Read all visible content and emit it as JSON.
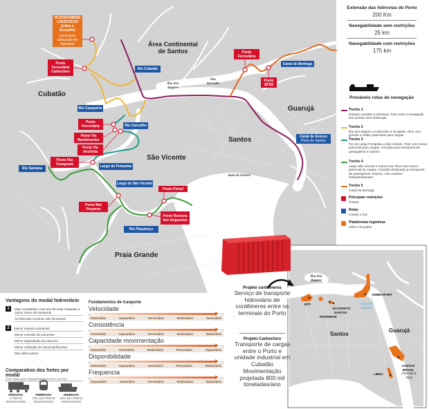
{
  "stats": [
    {
      "title": "Extensão das hidrovias do Porto",
      "value": "200 Km"
    },
    {
      "title": "Navegabilidade sem restrições",
      "value": "25 km"
    },
    {
      "title": "Navegabilidade com restrições",
      "value": "175 km"
    }
  ],
  "legend": {
    "title": "Prováveis rotas de navegação",
    "routes": [
      {
        "name": "Trecho 1",
        "desc": "Estuário santista a Usiminas. Rios onde a navegação tem acesso sem obstrução",
        "color": "#8a1a5e"
      },
      {
        "name": "Trecho 2",
        "desc": "Ilha dos Bagres a Carbocloro e Ecopátio. Rios com grande e médio potenciais para cargas",
        "color": "#f0b533"
      },
      {
        "name": "Trecho 3",
        "desc": "Foz do Largo Pompeba a São Vicente. Rios com menor potencial para cargas. Vocação para transporte de passageiros e turismo",
        "color": "#1e9a8a"
      },
      {
        "name": "Trecho 4",
        "desc": "Largo São Vicente a outros rios. Rios com menor potencial de cargas. Vocação destinada ao transporte de passageiros, turismo, com maiores restrições/pontes.",
        "color": "#3a9a3a"
      },
      {
        "name": "Trecho 5",
        "desc": "Canal da Bertioga",
        "color": "#e06b1f"
      }
    ],
    "boxes": [
      {
        "name": "Principais restrições",
        "desc": "Pontes",
        "color": "#d6102b"
      },
      {
        "name": "Rotas",
        "desc": "Canais e rios",
        "color": "#1f57a3"
      },
      {
        "name": "Plataformas logísticas",
        "desc": "Libra e Ecopátio",
        "color": "#e8721c"
      }
    ]
  },
  "map": {
    "cities": [
      "Cubatão",
      "Área Continental de Santos",
      "Guarujá",
      "Santos",
      "São Vicente",
      "Praia Grande"
    ],
    "islands": [
      "Ilha dos Bagres",
      "Ilha Barnabé",
      "Baía de Santos"
    ],
    "platform": {
      "title": "PLATAFORMAS LOGÍSTICAS (Libra e Ecopátio)",
      "desc": "Local para atracação de barcaças"
    },
    "bridges": [
      "Ponte Ferroviária Carbocloro",
      "Ponte Ferroviária",
      "Ponte Via Bandeirantes",
      "Ponte Via Anchieta",
      "Ponte Ilha Caraguatá",
      "Ponte Mar Pequeno",
      "Ponte Pensil",
      "Ponte Rodovia dos Imigrantes",
      "Ponte Ferroviária",
      "Ponte SPSS"
    ],
    "rivers": [
      "Rio Cubatão",
      "Rio Casqueiro",
      "Rio Cascalho",
      "Rio Santana",
      "Largo da Pompeba",
      "Largo de São Vicente",
      "Rio Piaçabuçu",
      "Canal de Bertioga",
      "Canal de Acesso",
      "Porto de Santos"
    ]
  },
  "advantages": {
    "title": "Vantagens do modal hidroviário",
    "groups": [
      {
        "num": "1",
        "items": [
          "Mais competitivo, mas tem de estar integrado a outros meios de transporte",
          "As hidrovias sozinhas não funcionam"
        ]
      },
      {
        "num": "2",
        "items": [
          "Menor impacto ambiental",
          "Menor emissão de poluentes",
          "Menor degradação da natureza",
          "Menor utilização de óleos lubrificantes",
          "Não utiliza pneus"
        ]
      }
    ]
  },
  "freight": {
    "title": "Comparativo dos fretes por modal",
    "subtitle": "POR TONELADA TRANSPORTADA POR 1.000 KM*",
    "modes": [
      {
        "name": "RODOVIA",
        "value": "1 FRETE RODOVIÁRIO"
      },
      {
        "name": "FERROVIA",
        "value": "70% DO FRETE RODOVIÁRIO"
      },
      {
        "name": "HIDROVIA",
        "value": "40% DO FRETE RODOVIÁRIO"
      }
    ]
  },
  "fundamentals": {
    "title": "Fundamentos de tranporte",
    "minus": "(-)",
    "plus": "(+)",
    "rows": [
      {
        "name": "Velocidade",
        "order": [
          "Dutoviário",
          "Aquaviário",
          "Ferroviário",
          "Rodoviário",
          "Aeroviário"
        ]
      },
      {
        "name": "Consistência",
        "order": [
          "Aeroviário",
          "Aquaviário",
          "Ferroviário",
          "Rodoviário",
          "Dutoviário"
        ]
      },
      {
        "name": "Capacidade movimentação",
        "order": [
          "Dutoviário",
          "Aeroviário",
          "Rodoviário",
          "Ferroviário",
          "Aquaviário"
        ]
      },
      {
        "name": "Disponibilidade",
        "order": [
          "Dutoviário",
          "Aquaviário",
          "Aeroviário",
          "Ferroviário",
          "Rodoviário"
        ]
      },
      {
        "name": "Frequencia",
        "order": [
          "Aquaviário",
          "Aeroviário",
          "Ferroviário",
          "Rodoviário",
          "Dutoviário"
        ]
      }
    ]
  },
  "projects": [
    {
      "title": "Projeto contêineres",
      "desc": "Serviço de transporte hidroviário de contêineres entre os terminais do Porto"
    },
    {
      "title": "Projeto Carbocloro",
      "desc": "Transporte de cargas entre o Porto e unidade industrial em Cubatão",
      "extra": "Movimentação projetada 800 mil toneladas/ano"
    }
  ],
  "inset": {
    "labels": [
      "Ilha dos Bagres",
      "BTP",
      "RODRIMAR",
      "ECOPORTO SANTOS",
      "EMBRAPORT",
      "Canal do Estuário",
      "Santos",
      "Guarujá",
      "LIBRA",
      "SANTOS BRASIL",
      "(TECON E TEV)"
    ]
  }
}
